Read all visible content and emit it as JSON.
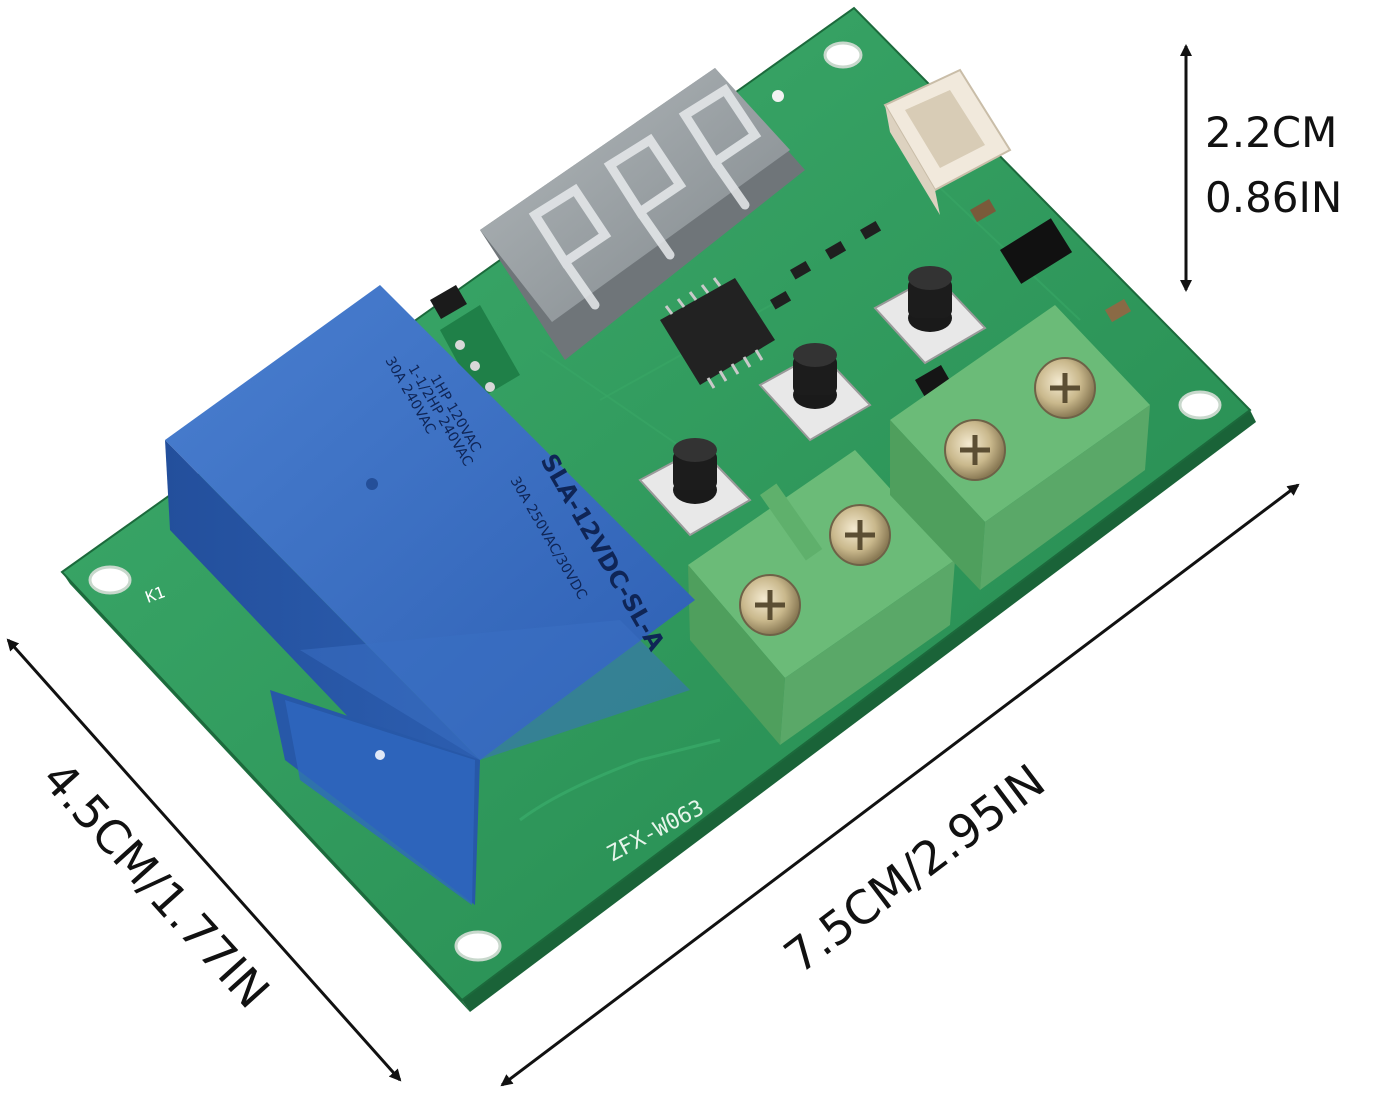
{
  "product": {
    "board_label": "ZFX-W063",
    "relay_component_label": "K1",
    "relay_text": {
      "model": "SLA-12VDC-SL-A",
      "rating_dc": "30A 250VAC/30VDC",
      "rating_hp_120": "1HP 120VAC",
      "rating_hp_240": "1-1/2HP 240VAC",
      "rating_ac": "30A 240VAC"
    }
  },
  "dimensions": {
    "height": {
      "cm": "2.2CM",
      "in": "0.86IN"
    },
    "length": "7.5CM/2.95IN",
    "width": "4.5CM/1.77IN"
  },
  "colors": {
    "pcb": "#2e9a5c",
    "relay": "#2f62b8",
    "terminal": "#74c47e",
    "display": "#9aa0a4",
    "arrow": "#111111"
  }
}
